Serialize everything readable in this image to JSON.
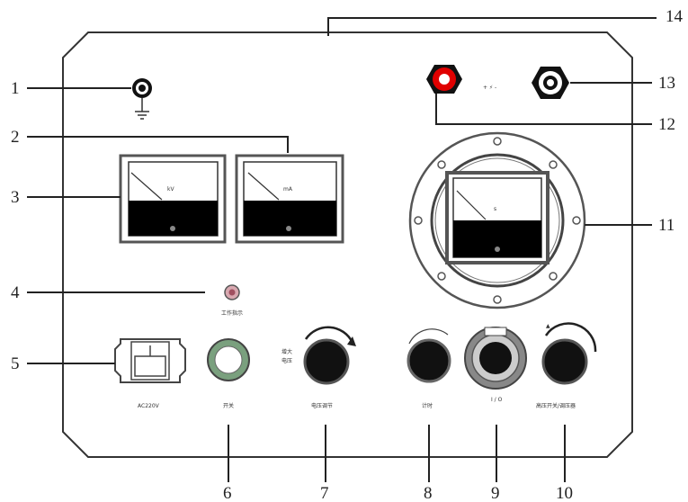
{
  "callouts": {
    "n1": "1",
    "n2": "2",
    "n3": "3",
    "n4": "4",
    "n5": "5",
    "n6": "6",
    "n7": "7",
    "n8": "8",
    "n9": "9",
    "n10": "10",
    "n11": "11",
    "n12": "12",
    "n13": "13",
    "n14": "14"
  },
  "meters": {
    "left_unit": "kV",
    "middle_unit": "mA",
    "large_unit": "s"
  },
  "labels": {
    "power_socket": "AC220V",
    "switch": "开关",
    "work_indicator": "工作指示",
    "voltage_adjust": "电压调节",
    "voltage_mark": "增大\n电压",
    "timer": "计时",
    "high_voltage_switch_adjust": "高压开关/调压器",
    "hv_marker": "+ ⚡ -"
  },
  "colors": {
    "red_terminal": "#e00000",
    "black_terminal": "#111111",
    "panel_stroke": "#333333",
    "meter_fill": "#000000",
    "indicator": "#d8a8b0"
  }
}
